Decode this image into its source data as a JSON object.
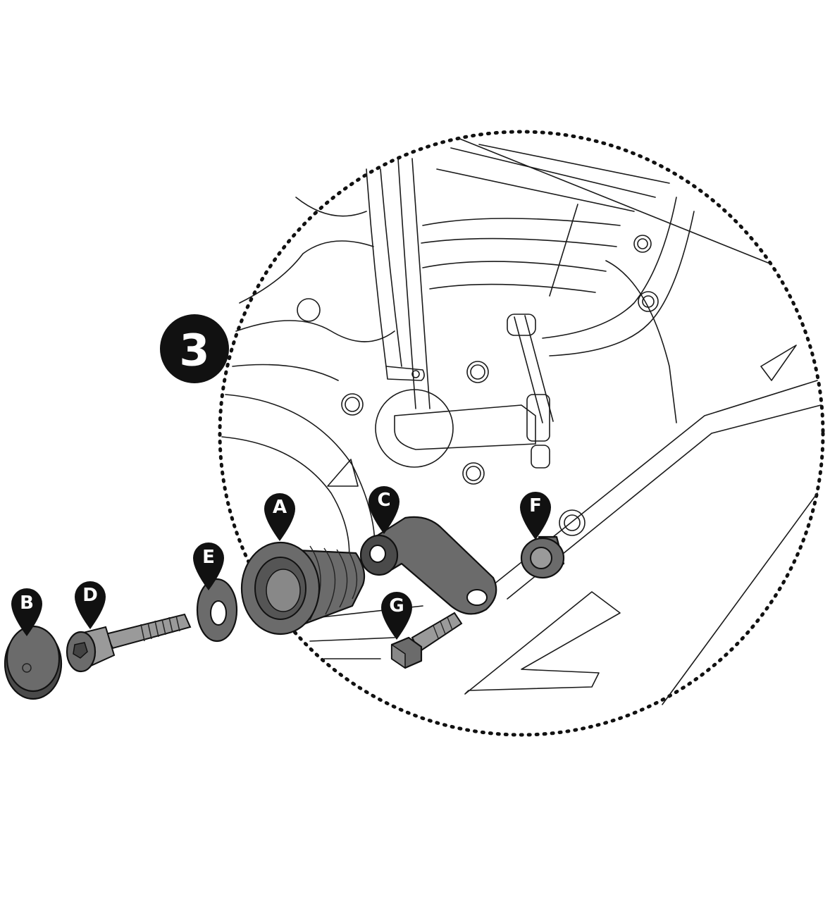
{
  "step": {
    "number": "3"
  },
  "parts": {
    "A": {
      "label": "A"
    },
    "B": {
      "label": "B"
    },
    "C": {
      "label": "C"
    },
    "D": {
      "label": "D"
    },
    "E": {
      "label": "E"
    },
    "F": {
      "label": "F"
    },
    "G": {
      "label": "G"
    }
  },
  "colors": {
    "part_fill": "#6b6b6b",
    "callout": "#111111",
    "outline": "#1a1a1a"
  }
}
